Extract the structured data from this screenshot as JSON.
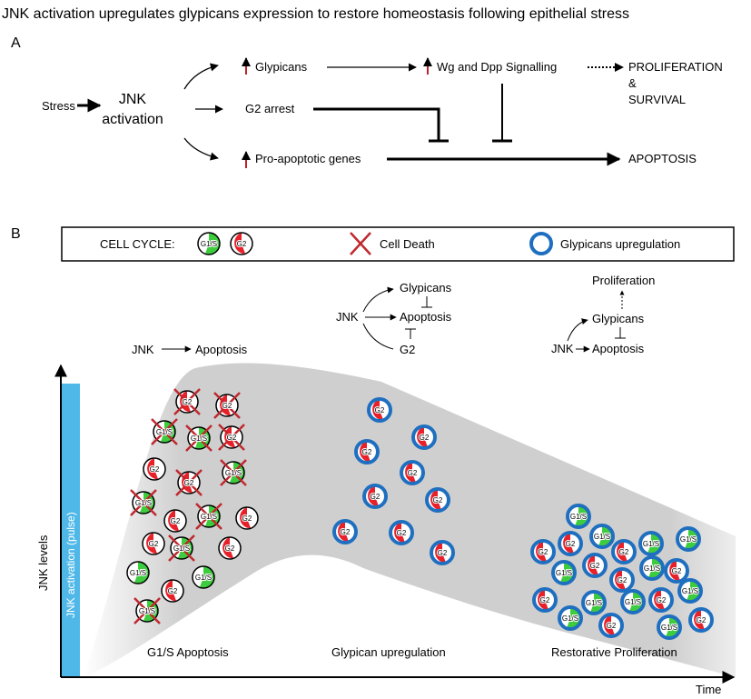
{
  "title": "JNK activation upregulates glypicans expression to restore homeostasis following epithelial stress",
  "panel_a": {
    "label": "A",
    "stress": "Stress",
    "jnk_line1": "JNK",
    "jnk_line2": "activation",
    "glypicans": "Glypicans",
    "wg_dpp": "Wg and Dpp Signalling",
    "g2_arrest": "G2 arrest",
    "pro_apoptotic": "Pro-apoptotic genes",
    "proliferation": "PROLIFERATION",
    "amp": "&",
    "survival": "SURVIVAL",
    "apoptosis": "APOPTOSIS"
  },
  "panel_b": {
    "label": "B",
    "legend": {
      "cell_cycle": "CELL CYCLE:",
      "g1s": "G1/S",
      "g2": "G2",
      "cell_death": "Cell Death",
      "glypicans_up": "Glypicans upregulation"
    },
    "stage1": {
      "jnk": "JNK",
      "apoptosis": "Apoptosis",
      "caption": "G1/S Apoptosis"
    },
    "stage2": {
      "jnk": "JNK",
      "glypicans": "Glypicans",
      "apoptosis": "Apoptosis",
      "g2": "G2",
      "caption": "Glypican upregulation"
    },
    "stage3": {
      "jnk": "JNK",
      "glypicans": "Glypicans",
      "apoptosis": "Apoptosis",
      "proliferation": "Proliferation",
      "caption": "Restorative Proliferation"
    },
    "y_axis": "JNK levels",
    "pulse": "JNK activation (pulse)",
    "x_axis": "Time"
  },
  "colors": {
    "g2": "#e8202a",
    "g1s": "#3dcc3d",
    "death": "#c0282e",
    "glypican": "#1f6fc0",
    "pulse": "#4fb8e8",
    "band": "#cfcfcf",
    "up_arrow": "#c0202a"
  }
}
